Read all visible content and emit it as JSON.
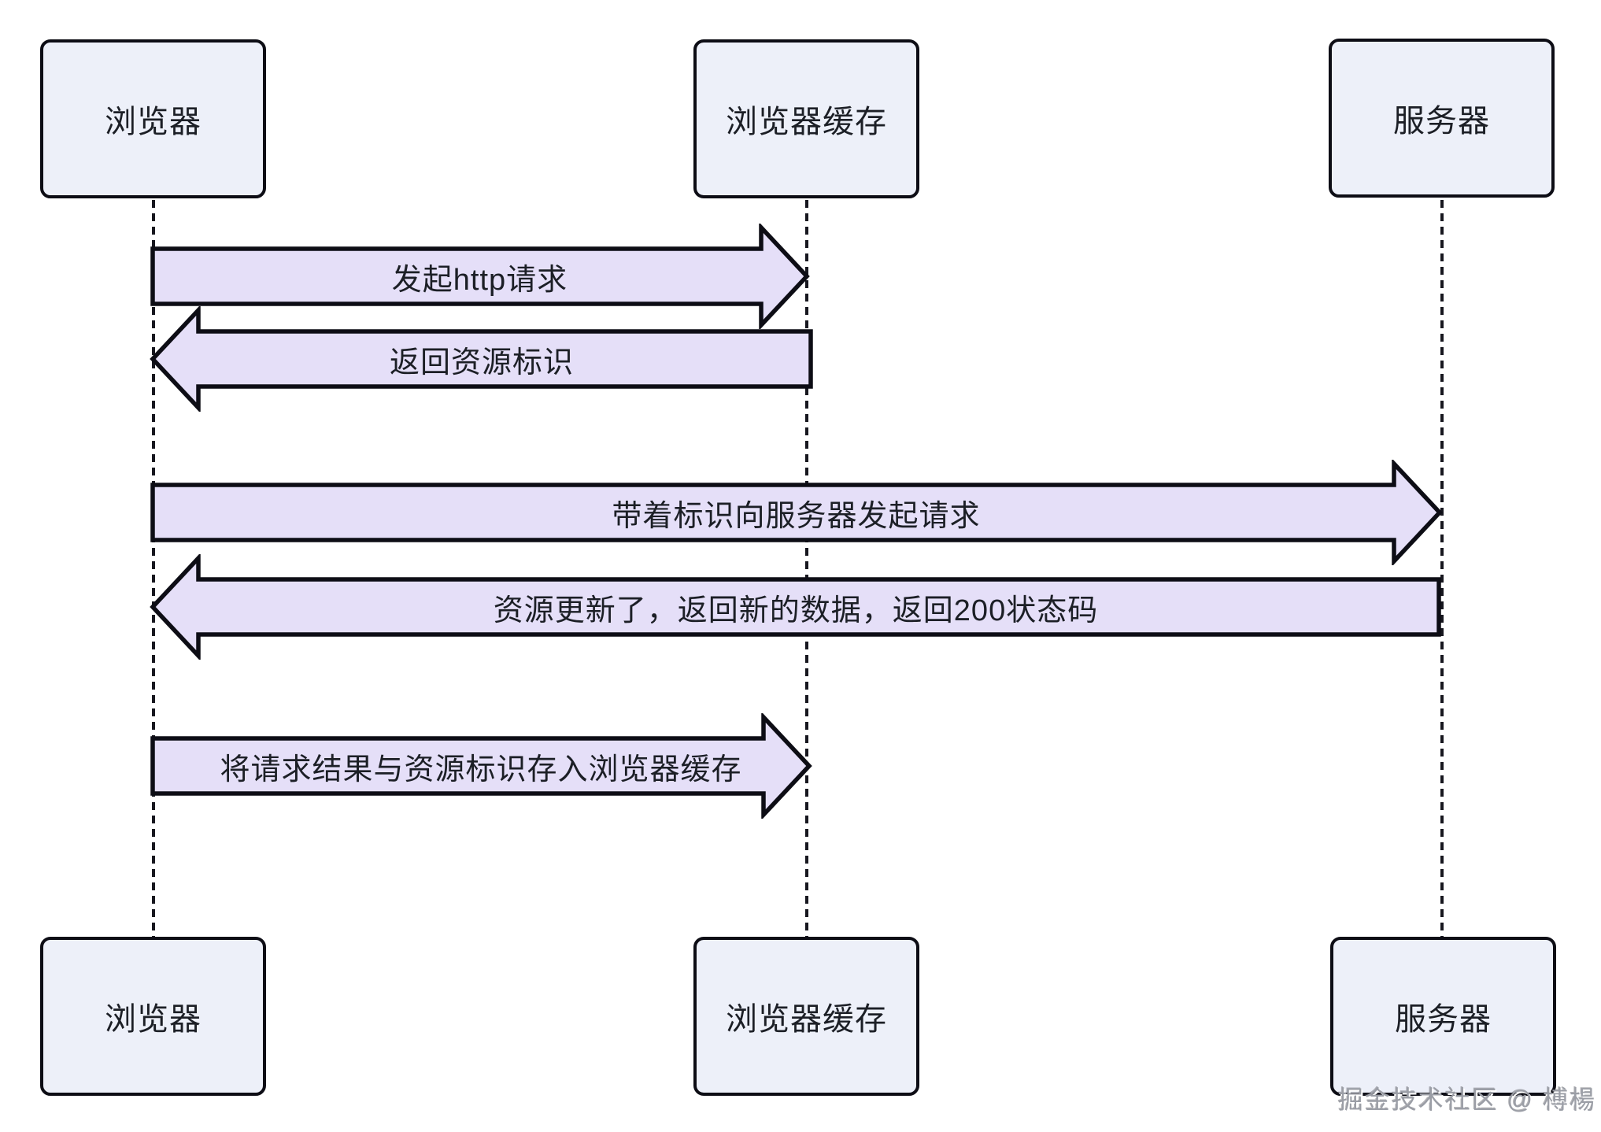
{
  "diagram": {
    "type": "sequence-diagram",
    "top_actors": [
      {
        "label": "浏览器"
      },
      {
        "label": "浏览器缓存"
      },
      {
        "label": "服务器"
      }
    ],
    "bottom_actors": [
      {
        "label": "浏览器"
      },
      {
        "label": "浏览器缓存"
      },
      {
        "label": "服务器"
      }
    ],
    "messages": [
      {
        "label": "发起http请求",
        "from": "浏览器",
        "to": "浏览器缓存",
        "direction": "right"
      },
      {
        "label": "返回资源标识",
        "from": "浏览器缓存",
        "to": "浏览器",
        "direction": "left"
      },
      {
        "label": "带着标识向服务器发起请求",
        "from": "浏览器",
        "to": "服务器",
        "direction": "right"
      },
      {
        "label": "资源更新了，返回新的数据，返回200状态码",
        "from": "服务器",
        "to": "浏览器",
        "direction": "left"
      },
      {
        "label": "将请求结果与资源标识存入浏览器缓存",
        "from": "浏览器",
        "to": "浏览器缓存",
        "direction": "right"
      }
    ],
    "watermark": "掘金技术社区 @ 榑楊",
    "colors": {
      "background": "#ffffff",
      "box_fill": "#edf0f9",
      "arrow_fill": "#e5dff8",
      "stroke": "#0d0d15",
      "text": "#1c1f26",
      "watermark": "#9b9ea6"
    }
  }
}
